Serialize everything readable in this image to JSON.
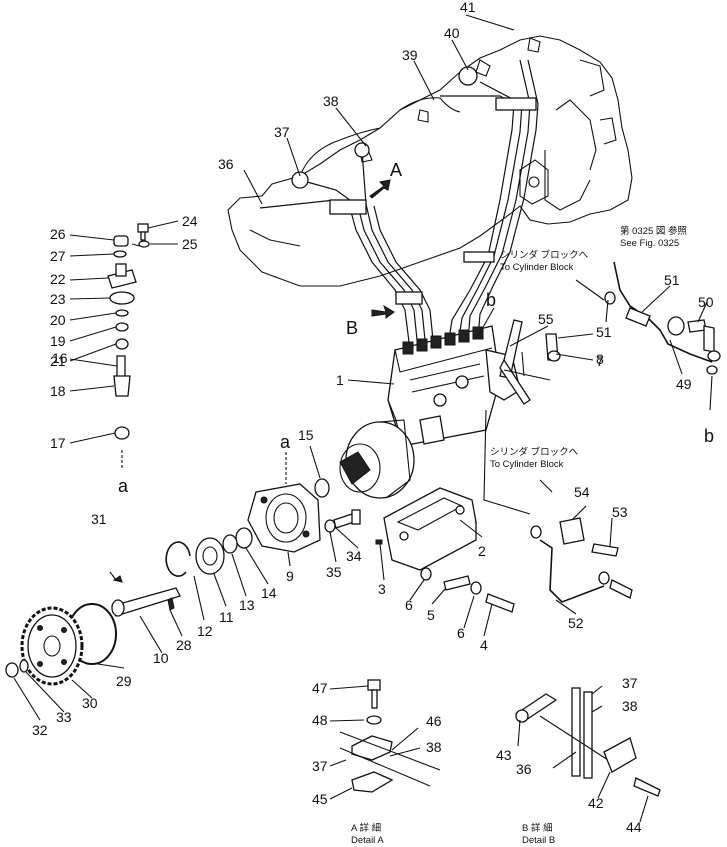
{
  "parts": {
    "p1": "1",
    "p2": "2",
    "p3": "3",
    "p4": "4",
    "p5": "5",
    "p6a": "6",
    "p6b": "6",
    "p7": "7",
    "p8": "8",
    "p9": "9",
    "p10": "10",
    "p11": "11",
    "p12": "12",
    "p13": "13",
    "p14": "14",
    "p15": "15",
    "p16": "16",
    "p17": "17",
    "p18": "18",
    "p19": "19",
    "p20": "20",
    "p21": "21",
    "p22": "22",
    "p23": "23",
    "p24": "24",
    "p25": "25",
    "p26": "26",
    "p27": "27",
    "p28": "28",
    "p29": "29",
    "p30": "30",
    "p31": "31",
    "p32": "32",
    "p33": "33",
    "p34": "34",
    "p35": "35",
    "p36": "36",
    "p37": "37",
    "p38": "38",
    "p39": "39",
    "p40": "40",
    "p41": "41",
    "p49": "49",
    "p50": "50",
    "p51a": "51",
    "p51b": "51",
    "p52": "52",
    "p53": "53",
    "p54": "54",
    "p55": "55",
    "dA_p37": "37",
    "dA_p38": "38",
    "dA_p45": "45",
    "dA_p46": "46",
    "dA_p47": "47",
    "dA_p48": "48",
    "dB_p36": "36",
    "dB_p37": "37",
    "dB_p38": "38",
    "dB_p42": "42",
    "dB_p43": "43",
    "dB_p44": "44"
  },
  "markers": {
    "view_a": "A",
    "view_b": "B",
    "ref_a_top": "a",
    "ref_a_bottom": "a",
    "ref_b_top": "b",
    "ref_b_bottom": "b"
  },
  "notes": {
    "see_fig_jp": "第 0325 図 参照",
    "see_fig_en": "See Fig. 0325",
    "to_block_1_jp": "シリンダ ブロックへ",
    "to_block_1_en": "To Cylinder Block",
    "to_block_2_jp": "シリンダ ブロックへ",
    "to_block_2_en": "To Cylinder Block"
  },
  "details": {
    "detail_a_jp": "A 詳 細",
    "detail_a_en": "Detail A",
    "detail_b_jp": "B 詳 細",
    "detail_b_en": "Detail B"
  }
}
